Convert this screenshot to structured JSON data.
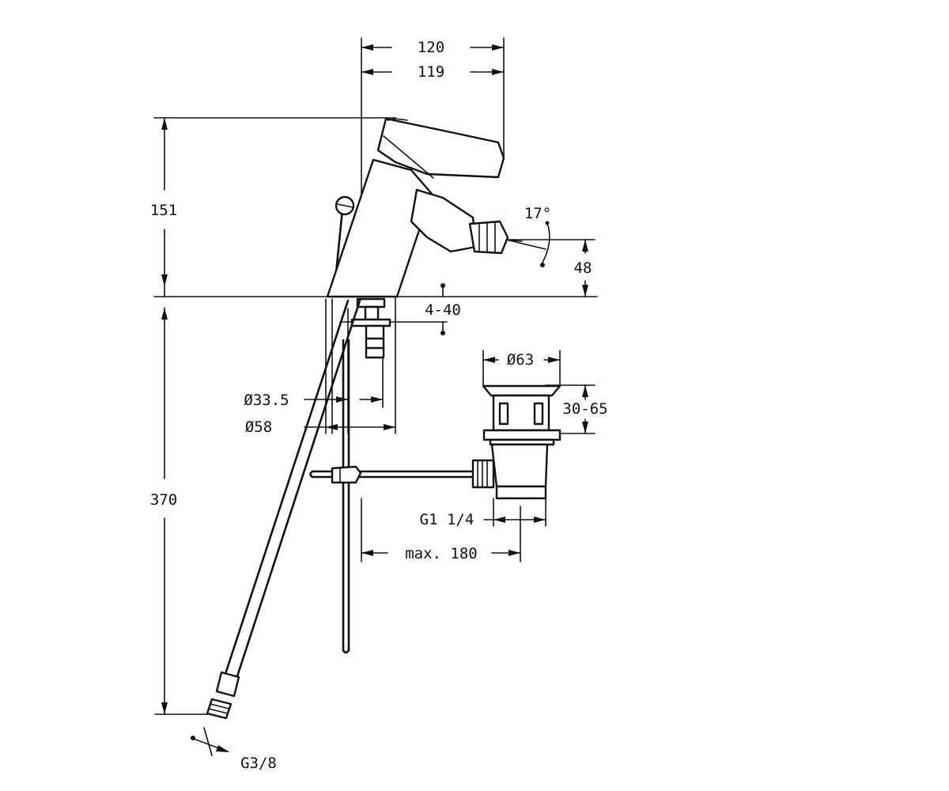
{
  "dimensions": {
    "width_top": "120",
    "width_second": "119",
    "height_upper": "151",
    "spray_angle": "17°",
    "spray_drop": "48",
    "deck_thickness": "4-40",
    "hole_inner": "Ø33.5",
    "hole_outer": "Ø58",
    "waste_diameter": "Ø63",
    "waste_depth": "30-65",
    "waste_thread": "G1 1/4",
    "rod_reach": "max. 180",
    "height_lower": "370",
    "hose_thread": "G3/8"
  }
}
